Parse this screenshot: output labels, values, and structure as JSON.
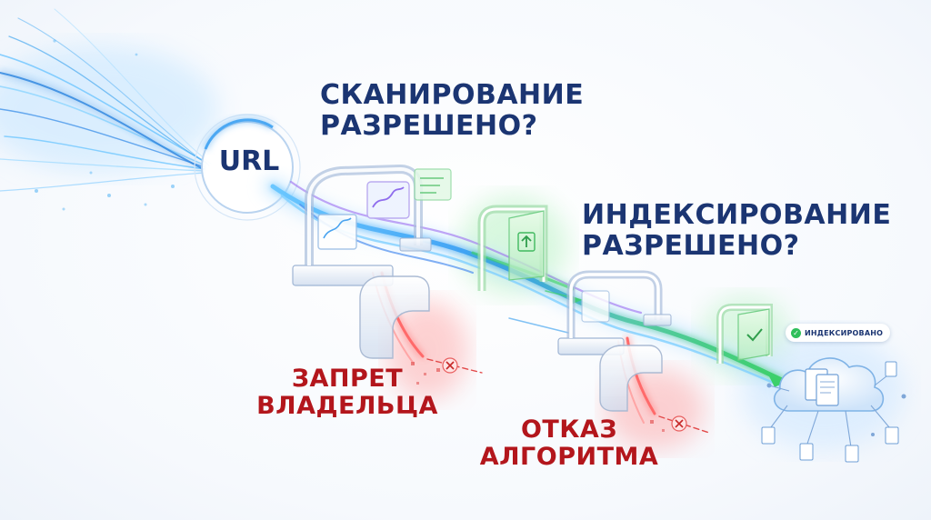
{
  "diagram": {
    "url_node": "URL",
    "question_crawl": [
      "СКАНИРОВАНИЕ",
      "РАЗРЕШЕНО?"
    ],
    "question_index": [
      "ИНДЕКСИРОВАНИЕ",
      "РАЗРЕШЕНО?"
    ],
    "rejection_owner": [
      "ЗАПРЕТ",
      "ВЛАДЕЛЬЦА"
    ],
    "rejection_algorithm": [
      "ОТКАЗ",
      "АЛГОРИТМА"
    ],
    "indexed_badge": "ИНДЕКСИРОВАНО"
  },
  "colors": {
    "heading": "#1b3572",
    "rejection": "#b3161c",
    "flow_blue": "#3aa7f2",
    "flow_green": "#38c96a",
    "flow_red": "#f04848",
    "flow_violet": "#9b6cf0",
    "badge_check": "#2fbf5a"
  },
  "icons": [
    "check-icon",
    "close-icon",
    "arrow-up-icon",
    "cloud-icon",
    "document-icon"
  ]
}
